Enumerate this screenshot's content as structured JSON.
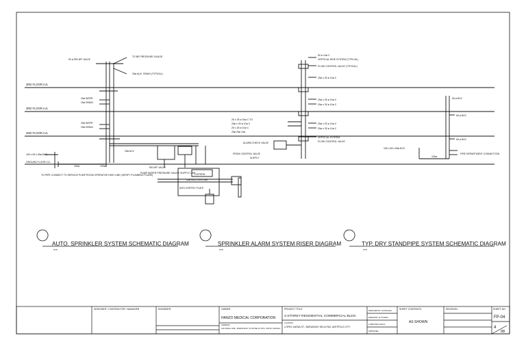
{
  "floors": {
    "roof": "3RD FLOOR LVL",
    "third": "3RD FLOOR LVL",
    "second": "2ND FLOOR LVL",
    "ground": "GROUND FLOOR LVL"
  },
  "sprinkler_schematic": {
    "relief_valve": "50 ø RELIEF VALVE",
    "pressure_gauge": "TO BE PRESSURE GAUGE",
    "drain": "25ø AUX. DRAIN (TYPICAL)",
    "supply_a": "25ø WSPR",
    "supply_b": "25ø DRAIN",
    "supply_c": "25ø WSPR",
    "supply_d": "25ø DRAIN",
    "main_line": "150 x 65 x 65ø BVC",
    "ground_level": "GROUND FLOOR LVL",
    "acv": "25ø ACV",
    "pipe_a": "150ø",
    "pipe_b": "100ø",
    "connect_note": "TO PIPE CONNECT TO SERVICE PUMP ROOM OPERATOR HIGH LINE (VERIFY PLUMBING PLANS)",
    "relief": "RELIEF VALVE",
    "pump_notes": "PUMP WATER PRESSURE GAUGE SUPPLY LINE",
    "cistern": "CISTERN",
    "water_line": "50ø SUCTION LINE",
    "anti_vortex": "ANTI-VORTEX PLATE"
  },
  "alarm_riser": {
    "top_a": "50 ø 10ø C",
    "top_b": "VERTICAL RISE SYSTEM (TYPICAL)",
    "top_c": "FLOW CONTROL VALVE (TYPICAL)",
    "dim_a": "25ø x 25 ø 10ø C",
    "dim_b": "25ø x 25 ø 10ø C",
    "dim_c": "25ø x 25 ø 10ø C",
    "dim_d": "25ø x 25 ø 10ø C",
    "dim_e": "25ø x 25 ø 10ø C",
    "left_a": "25 x 25 ø 15ø C TO",
    "left_b": "25ø x 25 ø 10ø C",
    "left_c": "25 x 25 ø 10ø C",
    "left_d": "25ø 25ø 10ø",
    "riser_check": "ALARM CHECK VALVE",
    "bottom_a": "VERTICAL SYSTEM",
    "bottom_b": "FLOW CONTROL VALVE",
    "bottom_c": "FROM CONTROL VALVE",
    "bottom_d": "SUPPLY"
  },
  "standpipe": {
    "top": "65 ø BVC",
    "mid_a": "65 ø BVC",
    "mid_b": "65 ø BVC",
    "mid_c": "150 x 65 x 65ø BVC",
    "gate": "FIRE DEPARTMENT CONNECTION",
    "pipe": "100ø"
  },
  "titles": [
    {
      "text": "AUTO. SPRINKLER SYSTEM SCHEMATIC DIAGRAM",
      "sub": "NTS"
    },
    {
      "text": "SPRINKLER ALARM SYSTEM RISER DIAGRAM",
      "sub": "NTS"
    },
    {
      "text": "TYP. DRY STANDPIPE SYSTEM SCHEMATIC DIAGRAM",
      "sub": "NTS"
    }
  ],
  "title_block": {
    "designer_label": "DESIGNER / CONTRACTOR / MANAGER",
    "engineer_label": "ENGINEER",
    "owner_label": "OWNER",
    "owner_value": "HANZO MEDICAL CORPORATION",
    "owner_address_label": "ADDRESS",
    "owner_address": "120 RIZAL AVE., BARANGAY 33 ZONE 13 STA. CRUZ, MANILA",
    "project_label": "PROJECT TITLE",
    "project_value": "4-STOREY RESIDENTIAL COMMERCIAL BLDG.",
    "location_label": "LOCATION",
    "location_value": "LOPEZ JAENA ST., BARANGAY DELA PAZ, ANTIPOLO CITY",
    "designed_by": "DESIGNED BY: N.ROSALES",
    "drawn_by": "DRAWN BY: M.TOLEDO",
    "checked_by": "COMPUTED: MALIG",
    "approved_by": "APPROVED:",
    "sheet_contents_label": "SHEET CONTENTS:",
    "sheet_contents_value": "AS SHOWN",
    "revision_label": "REVISION",
    "sheet_no_label": "SHEET NO.",
    "sheet_no_value": "FP-04",
    "sheet_num": "4",
    "sheet_total": "08"
  }
}
